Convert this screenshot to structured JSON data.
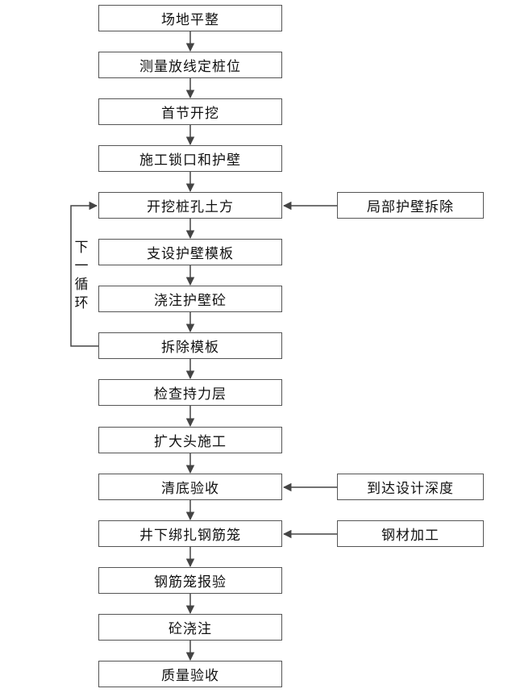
{
  "steps": [
    "场地平整",
    "测量放线定桩位",
    "首节开挖",
    "施工锁口和护壁",
    "开挖桩孔土方",
    "支设护壁模板",
    "浇注护壁砼",
    "拆除模板",
    "检查持力层",
    "扩大头施工",
    "清底验收",
    "井下绑扎钢筋笼",
    "钢筋笼报验",
    "砼浇注",
    "质量验收"
  ],
  "side_inputs": [
    "局部护壁拆除",
    "到达设计深度",
    "钢材加工"
  ],
  "loop_label": [
    "下",
    "一",
    "循",
    "环"
  ],
  "colors": {
    "line": "#444444",
    "border": "#555555"
  }
}
